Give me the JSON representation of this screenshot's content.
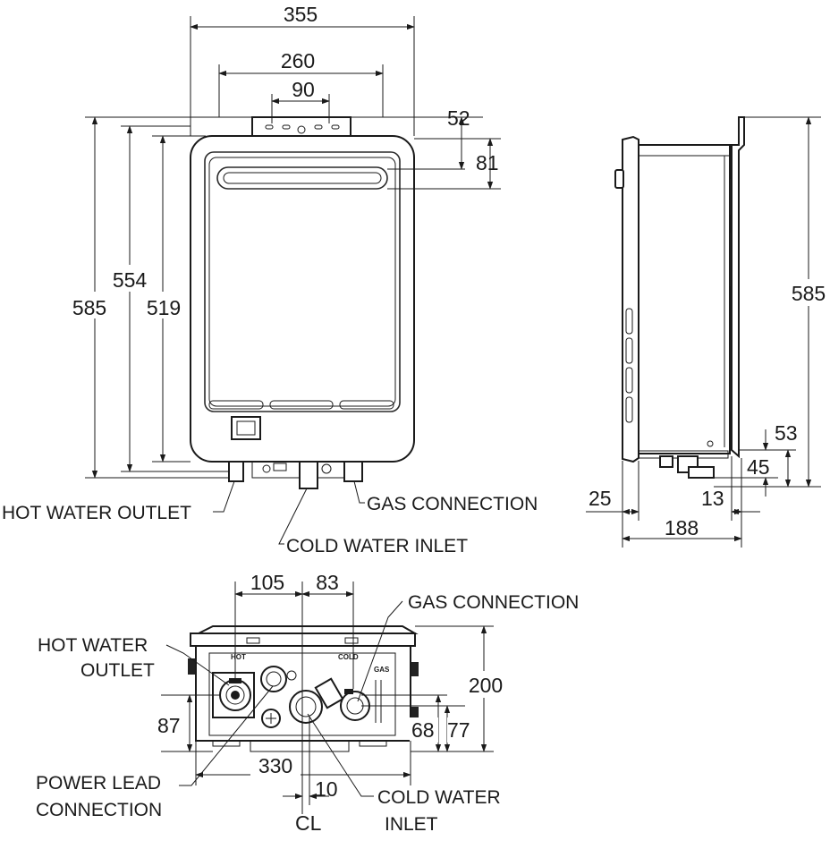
{
  "front_view": {
    "dims": {
      "width_overall": "355",
      "bracket_spacing": "260",
      "bracket_center": "90",
      "bracket_top_offset": "52",
      "vent_offset": "81",
      "height_total": "585",
      "height_554": "554",
      "height_519": "519"
    },
    "labels": {
      "hot_water_outlet": "HOT WATER OUTLET",
      "gas_connection": "GAS CONNECTION",
      "cold_water_inlet": "COLD WATER INLET"
    }
  },
  "side_view": {
    "dims": {
      "height": "585",
      "d53": "53",
      "d45": "45",
      "d25": "25",
      "d13": "13",
      "depth": "188"
    }
  },
  "bottom_view": {
    "dims": {
      "d105": "105",
      "d83": "83",
      "d200": "200",
      "d87": "87",
      "d68": "68",
      "d77": "77",
      "d330": "330",
      "d10": "10"
    },
    "labels": {
      "gas_connection": "GAS CONNECTION",
      "hot_water_outlet_1": "HOT WATER",
      "hot_water_outlet_2": "OUTLET",
      "power_lead_1": "POWER LEAD",
      "power_lead_2": "CONNECTION",
      "cold_water_inlet_1": "COLD WATER",
      "cold_water_inlet_2": "INLET",
      "centerline": "CL"
    },
    "markings": {
      "hot": "HOT",
      "cold": "COLD",
      "gas": "GAS"
    }
  }
}
